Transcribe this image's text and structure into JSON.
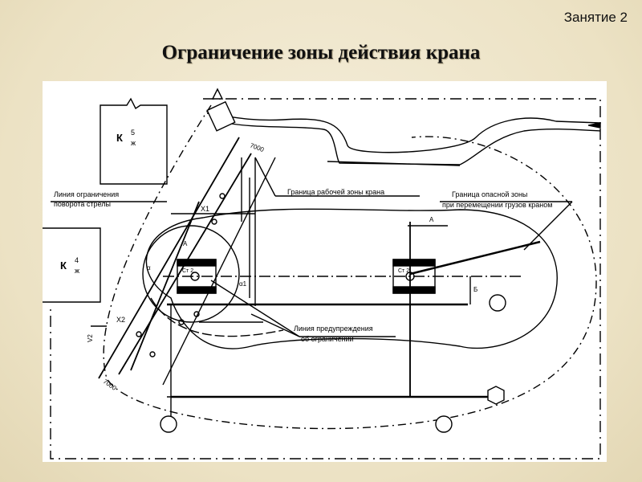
{
  "header": {
    "lesson": "Занятие 2"
  },
  "title": "Ограничение зоны действия крана",
  "diagram": {
    "k5_label": "К",
    "k5_num": "5",
    "k5_den": "ж",
    "k4_label": "К",
    "k4_num": "4",
    "k4_den": "ж",
    "label_boom_limit_1": "Линия ограничения",
    "label_boom_limit_2": "поворота стрелы",
    "label_work_zone": "Граница рабочей зоны крана",
    "label_danger_zone_1": "Граница опасной зоны",
    "label_danger_zone_2": "при перемещении грузов краном",
    "label_warning_1": "Линия предупреждения",
    "label_warning_2": "об ограничении",
    "dim_7000_top": "7000",
    "dim_7000_bottom": "7000",
    "crane1_label": "Ст 2",
    "crane2_label": "Ст 2",
    "x1_label": "X1",
    "x2_label": "X2",
    "a_label_1": "A",
    "a_label_2": "A",
    "b_label": "Б",
    "alpha1_label": "α1",
    "alpha_label": "α",
    "v2_label": "V2"
  }
}
